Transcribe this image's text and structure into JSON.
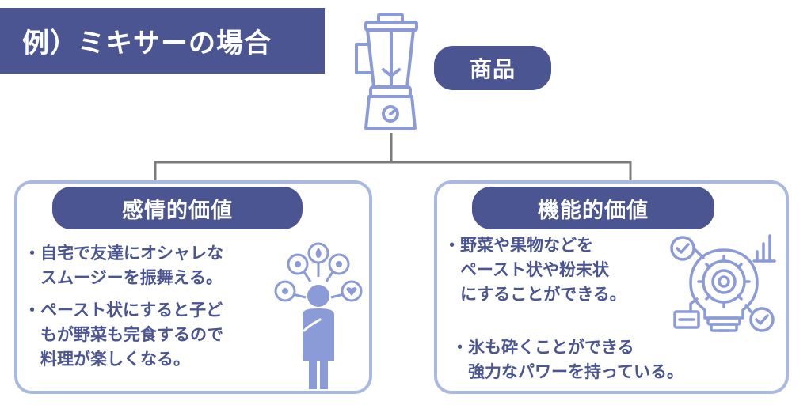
{
  "title": "例）ミキサーの場合",
  "product_label": "商品",
  "emotional": {
    "label": "感情的価値",
    "points": [
      "・自宅で友達にオシャレな\n　スムージーを振舞える。",
      "・ペースト状にすると子ど\n　もが野菜も完食するので\n　料理が楽しくなる。"
    ]
  },
  "functional": {
    "label": "機能的価値",
    "points": [
      "・野菜や果物などを\n　ペースト状や粉末状\n　にすることができる。",
      "・氷も砕くことができる\n　強力なパワーを持っている。"
    ]
  },
  "icons": [
    "blender-icon",
    "thinking-person-icon",
    "functional-gears-icon"
  ],
  "colors": {
    "primary": "#4a5592",
    "panel_border": "#aab9e0",
    "icon_fill": "#8b9bd8",
    "connector": "#7b7b7b"
  }
}
